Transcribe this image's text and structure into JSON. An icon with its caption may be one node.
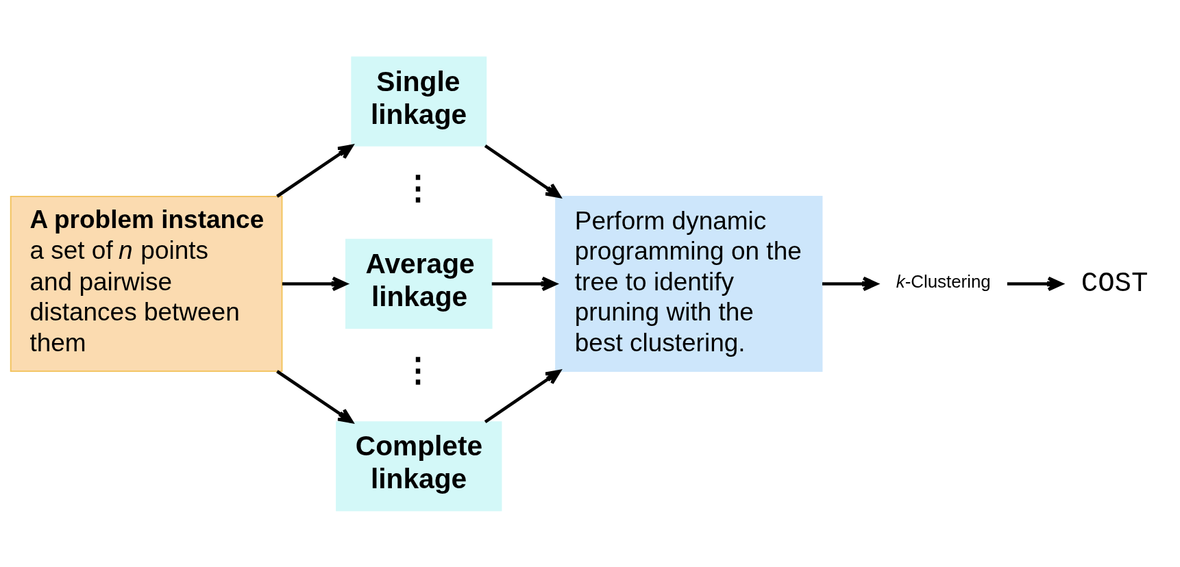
{
  "diagram": {
    "nodes": [
      {
        "text": [
          "A problem instance",
          "a set of *n* points and pairwise distances between them"
        ]
      },
      {
        "text": [
          "Single linkage"
        ]
      },
      {
        "text": [
          "Average linkage"
        ]
      },
      {
        "text": [
          "Complete linkage"
        ]
      },
      {
        "text": [
          "Perform dynamic programming on the tree to identify pruning with the best clustering."
        ]
      },
      {
        "text": [
          "*k*-Clustering"
        ]
      },
      {
        "text": [
          "COST"
        ]
      }
    ],
    "edges": [
      {
        "from": 0,
        "to": 1,
        "arrow": "to"
      },
      {
        "from": 0,
        "to": 2,
        "arrow": "to"
      },
      {
        "from": 0,
        "to": 3,
        "arrow": "to"
      },
      {
        "from": 1,
        "to": 4,
        "arrow": "to"
      },
      {
        "from": 2,
        "to": 4,
        "arrow": "to"
      },
      {
        "from": 3,
        "to": 4,
        "arrow": "to"
      },
      {
        "from": 4,
        "to": 5,
        "arrow": "to"
      },
      {
        "from": 5,
        "to": 6,
        "arrow": "to"
      }
    ],
    "labels": [
      "⋮",
      "⋮"
    ]
  }
}
